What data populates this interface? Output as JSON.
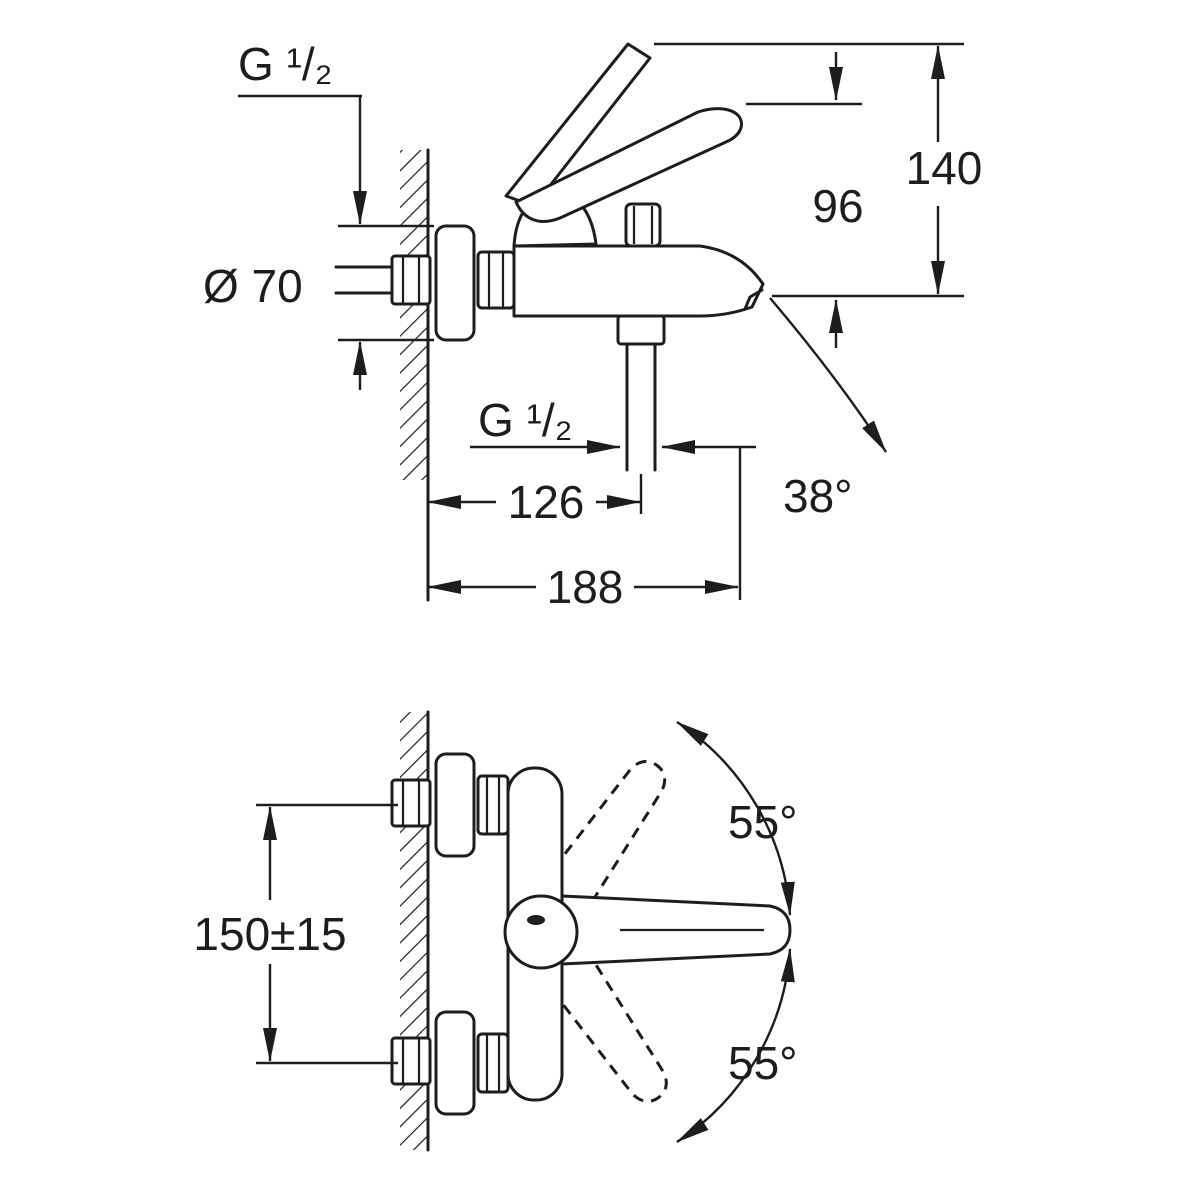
{
  "colors": {
    "line": "#1d1d1d",
    "background": "#ffffff"
  },
  "drawing": {
    "side_view": {
      "labels": {
        "wall_thread": "G ¹/₂",
        "escutcheon_diameter": "Ø 70",
        "height_handle_closed": "96",
        "height_handle_open": "140",
        "hose_thread": "G ¹/₂",
        "wall_to_hose_outlet": "126",
        "spout_angle": "38°",
        "wall_to_spout_tip": "188"
      }
    },
    "plan_view": {
      "labels": {
        "connection_spacing": "150±15",
        "handle_swing_upper": "55°",
        "handle_swing_lower": "55°"
      }
    }
  }
}
